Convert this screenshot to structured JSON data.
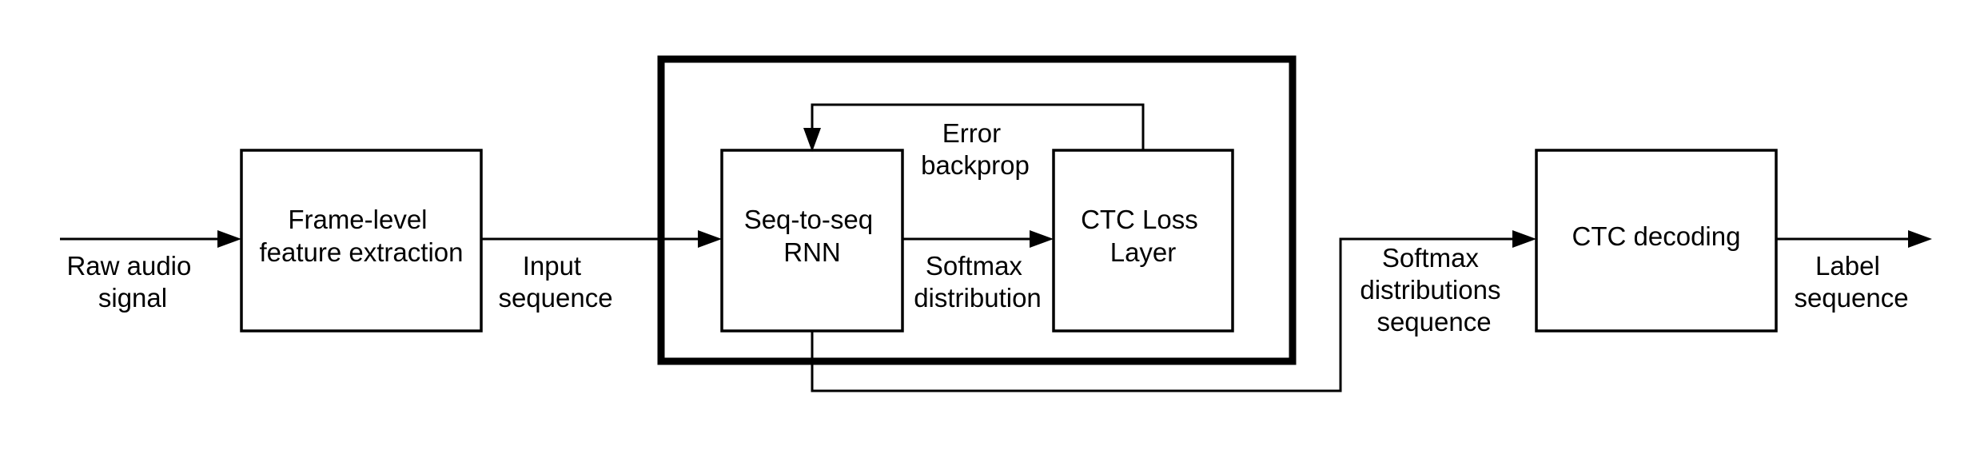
{
  "diagram": {
    "boxes": {
      "feature_extraction": [
        "Frame-level",
        "feature extraction"
      ],
      "rnn": [
        "Seq-to-seq",
        "RNN"
      ],
      "ctc_loss": [
        "CTC Loss",
        "Layer"
      ],
      "ctc_decoding": [
        "CTC decoding"
      ]
    },
    "edge_labels": {
      "raw_audio": [
        "Raw audio",
        "signal"
      ],
      "input_sequence": [
        "Input",
        "sequence"
      ],
      "error_backprop": [
        "Error",
        "backprop"
      ],
      "softmax_distribution": [
        "Softmax",
        "distribution"
      ],
      "softmax_sequence": [
        "Softmax",
        "distributions",
        "sequence"
      ],
      "label_sequence": [
        "Label",
        "sequence"
      ]
    }
  }
}
